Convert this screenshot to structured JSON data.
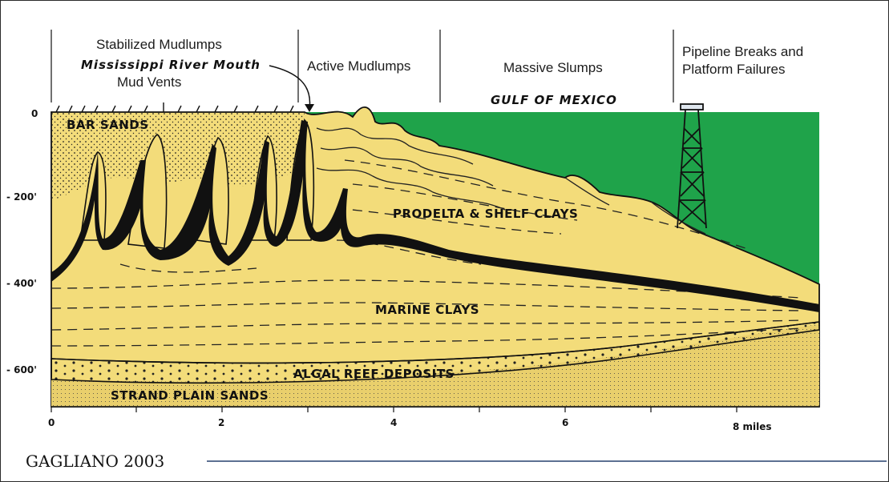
{
  "zones": [
    "Stabilized Mudlumps",
    "Active Mudlumps",
    "Massive Slumps",
    "Pipeline Breaks and",
    "Platform Failures"
  ],
  "annotations": {
    "river_mouth": "Mississippi River Mouth",
    "mud_vents": "Mud Vents",
    "gulf": "GULF OF MEXICO"
  },
  "strata": {
    "bar_sands": "BAR SANDS",
    "prodelta": "PRODELTA & SHELF CLAYS",
    "marine": "MARINE CLAYS",
    "algal": "ALGAL REEF DEPOSITS",
    "strand": "STRAND PLAIN SANDS"
  },
  "depth_ticks": [
    "0",
    "- 200'",
    "- 400'",
    "- 600'"
  ],
  "distance_ticks": [
    "0",
    "2",
    "4",
    "6",
    "8 miles"
  ],
  "credit": "GAGLIANO 2003",
  "colors": {
    "water": "#1fa34a",
    "sediment": "#f3dc7a",
    "sand": "#e7cd6a",
    "shear_band": "#111111",
    "rule": "#27406e"
  }
}
